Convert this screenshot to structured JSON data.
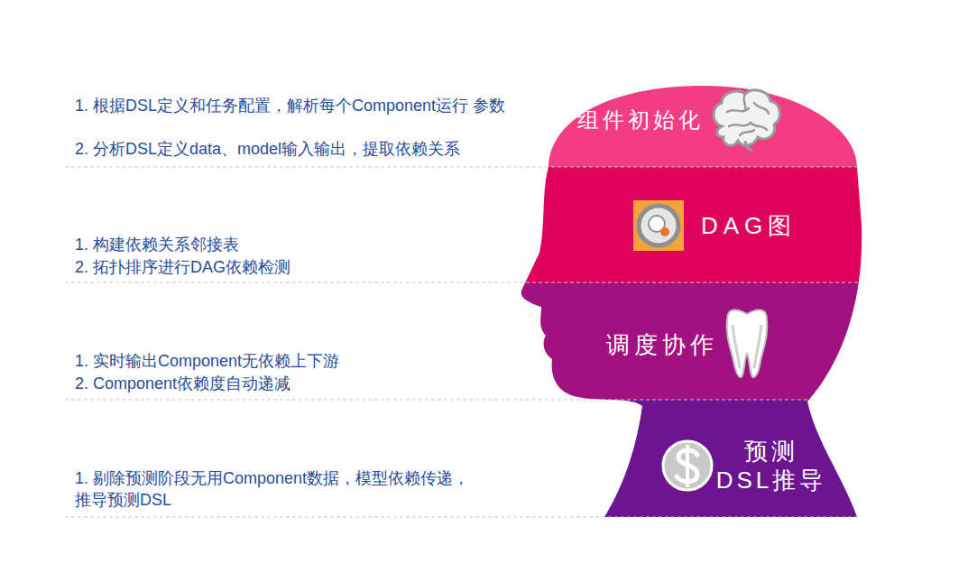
{
  "diagram": {
    "nodes": [
      {
        "text": [
          "组件初始化"
        ]
      },
      {
        "text": [
          "DAG图"
        ]
      },
      {
        "text": [
          "调度协作"
        ]
      },
      {
        "text": [
          "预测 DSL推导"
        ]
      }
    ],
    "labels": [
      "1. 根据DSL定义和任务配置，解析每个Component运行 参数",
      "2. 分析DSL定义data、model输入输出，提取依赖关系",
      "1. 构建依赖关系邻接表",
      "2. 拓扑排序进行DAG依赖检测",
      "1. 实时输出Component无依赖上下游",
      "2. Component依赖度自动递减",
      "1. 剔除预测阶段无用Component数据，模型依赖传递， 推导预测DSL"
    ]
  }
}
